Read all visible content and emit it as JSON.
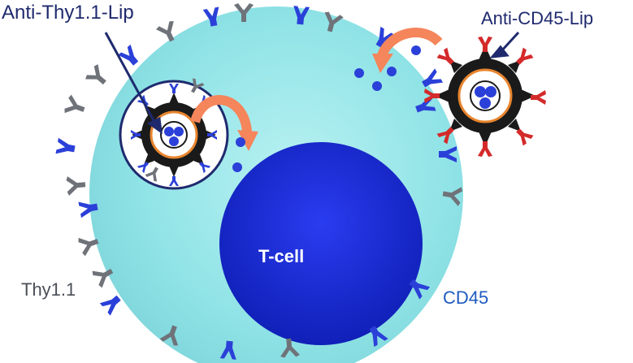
{
  "labels": {
    "anti_thy_lip": "Anti-Thy1.1-Lip",
    "anti_cd45_lip": "Anti-CD45-Lip",
    "t_cell": "T-cell",
    "thy11": "Thy1.1",
    "cd45": "CD45"
  },
  "colors": {
    "cell_cytoplasm": "#8fe3e6",
    "nucleus": "#1c2cd6",
    "cd45_marker": "#2b40d8",
    "thy_marker": "#6f7379",
    "antibody_red": "#d42a2a",
    "arrow": "#f5855b",
    "lipid_shell": "#1a1a1a",
    "liposome_ring": "#e8852e",
    "label_dark": "#1f2a6e",
    "label_blue": "#1f5bbf",
    "label_gray": "#4b4f57"
  },
  "icons": [
    "receptor-cd45-icon",
    "receptor-thy11-icon",
    "curved-arrow-icon",
    "liposome-icon"
  ]
}
